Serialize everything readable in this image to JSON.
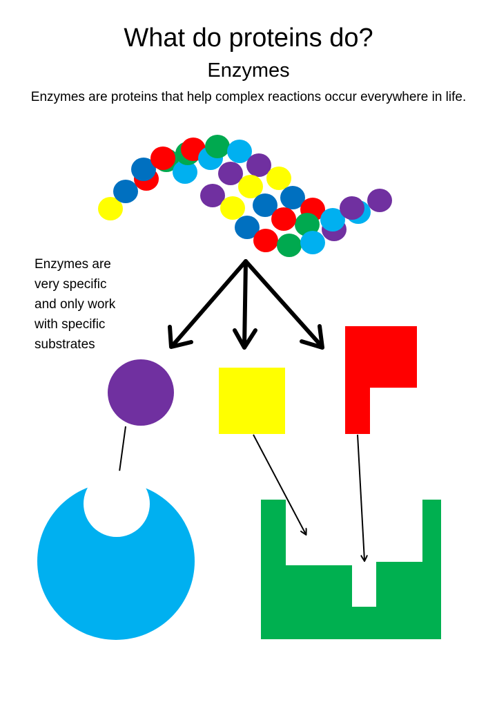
{
  "title": "What do proteins do?",
  "subtitle": "Enzymes",
  "intro": "Enzymes are proteins that help complex reactions occur everywhere in life.",
  "side_note": {
    "lines": [
      "Enzymes are",
      "very specific",
      "and only work",
      "with specific",
      "substrates"
    ]
  },
  "colors": {
    "red": "#ff0000",
    "green": "#00a94f",
    "cyan": "#00b0f0",
    "blue": "#0070c0",
    "purple": "#7030a0",
    "yellow": "#ffff00",
    "enzyme_cyan": "#00b0f0",
    "enzyme_green": "#00b050"
  },
  "protein_chain": {
    "bead_colors": [
      "yellow",
      "blue",
      "red",
      "blue",
      "green",
      "red",
      "cyan",
      "green",
      "red",
      "cyan",
      "green",
      "cyan",
      "purple",
      "purple",
      "yellow",
      "yellow",
      "purple",
      "yellow",
      "blue",
      "blue",
      "red",
      "blue",
      "green",
      "red",
      "red",
      "green",
      "cyan",
      "cyan",
      "purple",
      "cyan",
      "purple",
      "purple"
    ]
  },
  "substrates": [
    "circle",
    "square",
    "L-shape"
  ],
  "enzymes": [
    "cyan-circle-with-round-pocket",
    "green-block-with-square-pockets"
  ]
}
